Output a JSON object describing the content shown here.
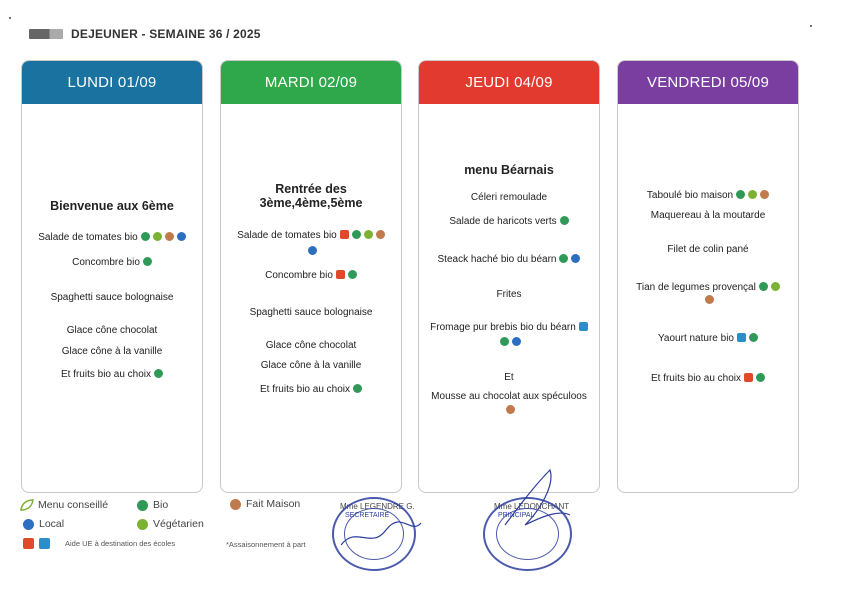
{
  "page": {
    "title": "DEJEUNER - SEMAINE 36 / 2025"
  },
  "days": [
    {
      "label": "LUNDI 01/09",
      "color": "#1a72a0",
      "items": [
        {
          "text": "Bienvenue aux 6ème",
          "heading": true,
          "icons": []
        },
        {
          "text": "Salade de tomates bio",
          "icons": [
            "bio",
            "vege",
            "fait",
            "local"
          ]
        },
        {
          "text": "Concombre bio",
          "icons": [
            "bio"
          ]
        },
        {
          "text": "Spaghetti sauce bolognaise",
          "icons": []
        },
        {
          "text": "Glace cône chocolat",
          "icons": []
        },
        {
          "text": "Glace cône à la vanille",
          "icons": []
        },
        {
          "text": "Et fruits bio au choix",
          "icons": [
            "bio"
          ]
        }
      ]
    },
    {
      "label": "MARDI 02/09",
      "color": "#2ea84a",
      "items": [
        {
          "text": "Rentrée des",
          "heading": true,
          "icons": []
        },
        {
          "text": "3ème,4ème,5ème",
          "heading": true,
          "icons": []
        },
        {
          "text": "Salade de tomates bio",
          "icons": [
            "ue",
            "bio",
            "vege",
            "fait"
          ]
        },
        {
          "text": "",
          "icons": [
            "local"
          ]
        },
        {
          "text": "Concombre bio",
          "icons": [
            "ue",
            "bio"
          ]
        },
        {
          "text": "Spaghetti sauce bolognaise",
          "icons": []
        },
        {
          "text": "Glace cône chocolat",
          "icons": []
        },
        {
          "text": "Glace cône à la vanille",
          "icons": []
        },
        {
          "text": "Et fruits bio au choix",
          "icons": [
            "bio"
          ]
        }
      ]
    },
    {
      "label": "JEUDI 04/09",
      "color": "#e23a2e",
      "items": [
        {
          "text": "menu Béarnais",
          "heading": true,
          "icons": []
        },
        {
          "text": "Céleri remoulade",
          "icons": []
        },
        {
          "text": "Salade de haricots verts",
          "icons": [
            "bio"
          ]
        },
        {
          "text": "Steack haché bio du béarn",
          "icons": [
            "bio",
            "local"
          ]
        },
        {
          "text": "Frites",
          "icons": []
        },
        {
          "text": "Fromage pur brebis bio du béarn",
          "icons": [
            "ue2"
          ]
        },
        {
          "text": "",
          "icons": [
            "bio",
            "local"
          ]
        },
        {
          "text": "Et",
          "icons": []
        },
        {
          "text": "Mousse au chocolat aux spéculoos",
          "icons": []
        },
        {
          "text": "",
          "icons": [
            "fait"
          ]
        }
      ]
    },
    {
      "label": "VENDREDI 05/09",
      "color": "#7a3da0",
      "items": [
        {
          "text": "Taboulé bio maison",
          "icons": [
            "bio",
            "vege",
            "fait"
          ]
        },
        {
          "text": "Maquereau à la moutarde",
          "icons": []
        },
        {
          "text": "Filet de colin pané",
          "icons": []
        },
        {
          "text": "Tian de legumes provençal",
          "icons": [
            "bio",
            "vege"
          ]
        },
        {
          "text": "",
          "icons": [
            "fait"
          ]
        },
        {
          "text": "Yaourt nature bio",
          "icons": [
            "ue2",
            "bio"
          ]
        },
        {
          "text": "Et fruits bio au choix",
          "icons": [
            "ue",
            "bio"
          ]
        }
      ]
    }
  ],
  "legend": {
    "menu_conseille": "Menu conseillé",
    "bio": "Bio",
    "fait_maison": "Fait Maison",
    "local": "Local",
    "vegetarien": "Végétarien",
    "aide_ue": "Aide UE à destination des écoles",
    "assaisonnement": "*Assaisonnement à part"
  },
  "signatures": {
    "left_name": "Mme LEGENDRE G.",
    "left_role": "SECRETAIRE",
    "right_name": "Mme LEDONCHANT",
    "right_role": "PRINCIPAL"
  },
  "colors": {
    "bio": "#2f9a57",
    "vege": "#7bb233",
    "fait": "#c07a4c",
    "local": "#2c6fc0",
    "ue": "#e04a2a",
    "stamp": "#2c3e9e"
  }
}
